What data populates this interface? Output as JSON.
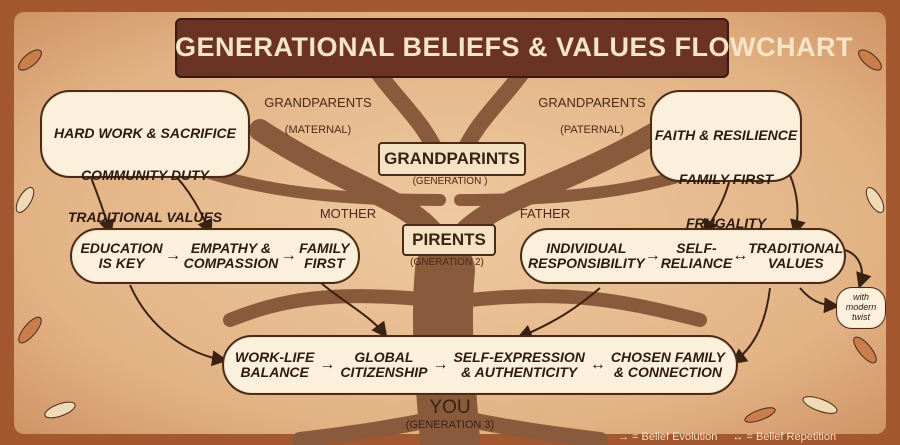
{
  "title": "GENERATIONAL BELIEFS & VALUES FLOWCHART",
  "grandparents": {
    "maternal_label": "GRANDPARENTS",
    "maternal_sub": "(MATERNAL)",
    "paternal_label": "GRANDPARENTS",
    "paternal_sub": "(PATERNAL)",
    "banner": "GRANDPARINTS",
    "generation": "(GENERATION )",
    "maternal_values": [
      "HARD WORK & SACRIFICE",
      "COMMUNITY DUTY",
      "TRADITIONAL VALUES"
    ],
    "paternal_values": [
      "FAITH & RESILIENCE",
      "FAMILY FIRST",
      "FRUGALITY"
    ]
  },
  "parents": {
    "mother_label": "MOTHER",
    "father_label": "FATHER",
    "banner": "PIRENTS",
    "generation": "(GNERATION 2)",
    "mother_values": [
      "EDUCATION\nIS KEY",
      "EMPATHY &\nCOMPASSION",
      "FAMILY\nFIRST"
    ],
    "father_values": [
      "INDIVIDUAL\nRESPONSIBILITY",
      "SELF-\nRELIANCE",
      "TRADITIONAL\nVALUES"
    ],
    "note": "with\nmodern\ntwist"
  },
  "you": {
    "label": "YOU",
    "generation": "(GENERATION 3)",
    "values": [
      "WORK-LIFE\nBALANCE",
      "GLOBAL\nCITIZENSHIP",
      "SELF-EXPRESSION\n& AUTHENTICITY",
      "CHOSEN FAMILY\n& CONNECTION"
    ]
  },
  "symbols": {
    "evolution": "→",
    "repetition": "↔"
  },
  "legend": {
    "evolution": "→ = Belief Evolution",
    "repetition": "↔ = Belief Repetition"
  },
  "colors": {
    "frame": "#a4582f",
    "parchment": "#e6b98a",
    "banner": "#6b3323",
    "bark": "#8a5a3c",
    "ink": "#2d1a10",
    "cloud": "#fbf0dc"
  }
}
